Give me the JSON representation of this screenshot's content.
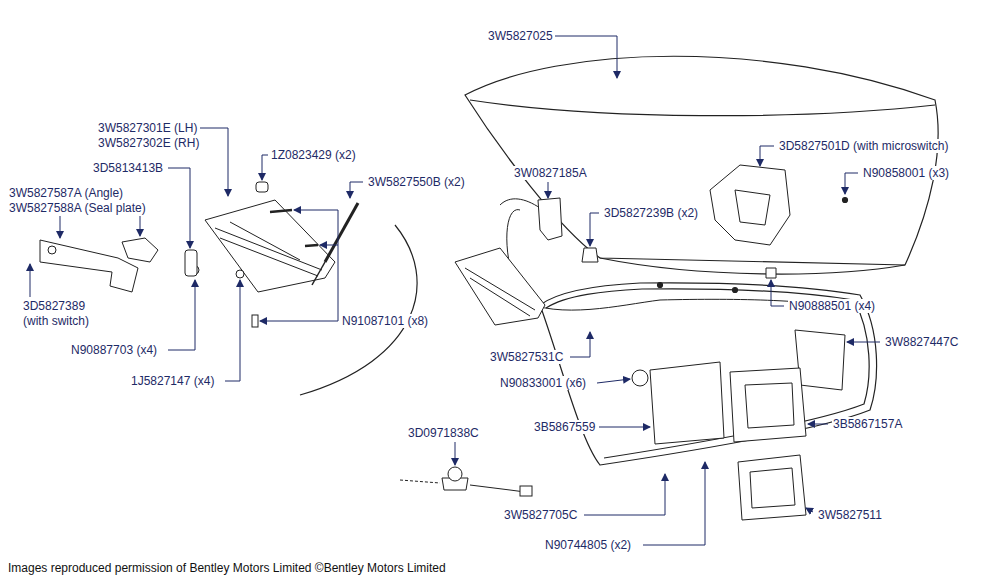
{
  "diagram": {
    "caption": "Images reproduced permission of Bentley Motors Limited ©Bentley Motors Limited",
    "labels": [
      "3W5827025",
      "3W5827301E (LH)",
      "3W5827302E (RH)",
      "1Z0823429 (x2)",
      "3W5827550B (x2)",
      "3D5813413B",
      "3W5827587A (Angle)",
      "3W5827588A (Seal plate)",
      "3D5827389",
      "(with switch)",
      "N90887703 (x4)",
      "N91087101 (x8)",
      "1J5827147 (x4)",
      "3W0827185A",
      "3D5827239B (x2)",
      "3D5827501D (with microswitch)",
      "N90858001 (x3)",
      "N90888501 (x4)",
      "3W5827531C",
      "N90833001 (x6)",
      "3W8827447C",
      "3B5867559",
      "3B5867157A",
      "3D0971838C",
      "3W5827705C",
      "3W5827511",
      "N90744805 (x2)"
    ]
  }
}
